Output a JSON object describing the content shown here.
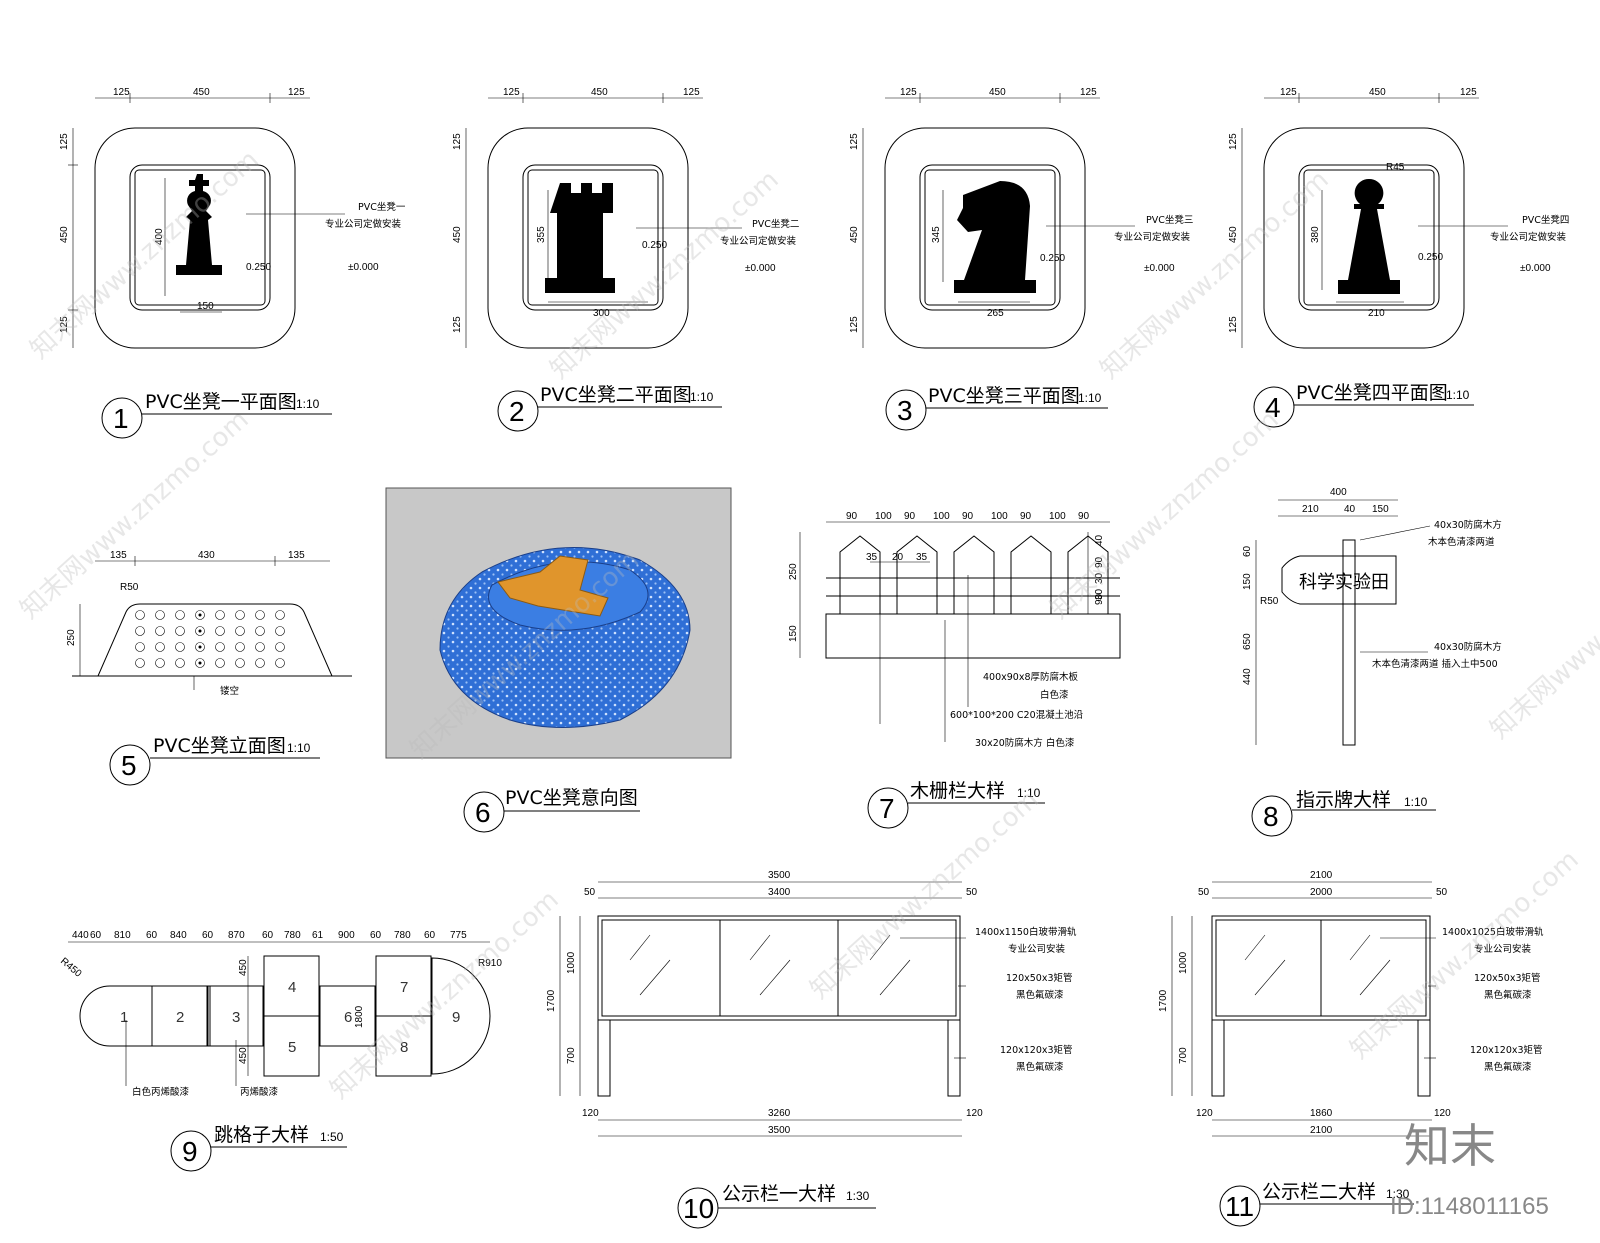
{
  "logo": "知末",
  "asset_id": "ID:1148011165",
  "watermark": "知末网www.znzmo.com",
  "colors": {
    "stool_blue": "#2f6fd6",
    "stool_top": "#e0952c",
    "render_bg": "#c8c8c8"
  },
  "views": {
    "v1": {
      "num": "1",
      "title": "PVC坐凳一平面图",
      "scale": "1:10",
      "top_dims": [
        "125",
        "450",
        "125"
      ],
      "side_dims": [
        "125",
        "450",
        "125"
      ],
      "inner_h": "400",
      "base_w": "150",
      "elev": "0.250",
      "ground": "±0.000",
      "note_a": "PVC坐凳一",
      "note_b": "专业公司定做安装"
    },
    "v2": {
      "num": "2",
      "title": "PVC坐凳二平面图",
      "scale": "1:10",
      "top_dims": [
        "125",
        "450",
        "125"
      ],
      "side_dims": [
        "125",
        "450",
        "125"
      ],
      "inner_h": "355",
      "base_w": "300",
      "elev": "0.250",
      "ground": "±0.000",
      "note_a": "PVC坐凳二",
      "note_b": "专业公司定做安装"
    },
    "v3": {
      "num": "3",
      "title": "PVC坐凳三平面图",
      "scale": "1:10",
      "top_dims": [
        "125",
        "450",
        "125"
      ],
      "side_dims": [
        "125",
        "450",
        "125"
      ],
      "inner_h": "345",
      "base_w": "265",
      "elev": "0.250",
      "ground": "±0.000",
      "note_a": "PVC坐凳三",
      "note_b": "专业公司定做安装"
    },
    "v4": {
      "num": "4",
      "title": "PVC坐凳四平面图",
      "scale": "1:10",
      "top_dims": [
        "125",
        "450",
        "125"
      ],
      "side_dims": [
        "125",
        "450",
        "125"
      ],
      "inner_h": "380",
      "base_w": "210",
      "radius": "R45",
      "elev": "0.250",
      "ground": "±0.000",
      "note_a": "PVC坐凳四",
      "note_b": "专业公司定做安装"
    },
    "v5": {
      "num": "5",
      "title": "PVC坐凳立面图",
      "scale": "1:10",
      "top_dims": [
        "135",
        "430",
        "135"
      ],
      "height": "250",
      "radius": "R50",
      "note": "镂空"
    },
    "v6": {
      "num": "6",
      "title": "PVC坐凳意向图"
    },
    "v7": {
      "num": "7",
      "title": "木栅栏大样",
      "scale": "1:10",
      "top_dims": [
        "90",
        "100",
        "90",
        "100",
        "90",
        "100",
        "90",
        "100",
        "90"
      ],
      "gaps": [
        "35",
        "20",
        "35"
      ],
      "side_dims": [
        "40",
        "90",
        "30",
        "30",
        "90"
      ],
      "h_upper": "250",
      "h_lower": "150",
      "notes": [
        "400x90x8厚防腐木板",
        "白色漆",
        "600*100*200  C20混凝土池沿",
        "30x20防腐木方  白色漆"
      ]
    },
    "v8": {
      "num": "8",
      "title": "指示牌大样",
      "scale": "1:10",
      "sign_text": "科学实验田",
      "top_total": "400",
      "top_dims": [
        "210",
        "40",
        "150"
      ],
      "side_dims": [
        "60",
        "150",
        "650",
        "440"
      ],
      "radius": "R50",
      "note1_a": "40x30防腐木方",
      "note1_b": "木本色清漆两道",
      "note2_a": "40x30防腐木方",
      "note2_b": "木本色清漆两道  插入土中500"
    },
    "v9": {
      "num": "9",
      "title": "跳格子大样",
      "scale": "1:50",
      "top_dims": [
        "440",
        "60",
        "810",
        "60",
        "840",
        "60",
        "870",
        "60",
        "780",
        "61",
        "900",
        "60",
        "780",
        "60",
        "775"
      ],
      "radius_l": "R450",
      "radius_r": "R910",
      "side_dims": [
        "450",
        "1800",
        "450"
      ],
      "cells": [
        "1",
        "2",
        "3",
        "4",
        "5",
        "6",
        "7",
        "8",
        "9"
      ],
      "note_white": "白色丙烯酸漆",
      "note_acrylic": "丙烯酸漆"
    },
    "v10": {
      "num": "10",
      "title": "公示栏一大样",
      "scale": "1:30",
      "top_total": "3500",
      "top_inner": "3400",
      "edge": "50",
      "bottom_inner": "3260",
      "bottom_total": "3500",
      "bottom_edge": "120",
      "height_total": "1700",
      "height_upper": "1000",
      "height_lower": "700",
      "notes": [
        "1400x1150白玻带滑轨",
        "专业公司安装",
        "120x50x3矩管",
        "黑色氟碳漆",
        "120x120x3矩管",
        "黑色氟碳漆"
      ]
    },
    "v11": {
      "num": "11",
      "title": "公示栏二大样",
      "scale": "1:30",
      "top_total": "2100",
      "top_inner": "2000",
      "edge": "50",
      "bottom_inner": "1860",
      "bottom_total": "2100",
      "bottom_edge": "120",
      "height_total": "1700",
      "height_upper": "1000",
      "height_lower": "700",
      "notes": [
        "1400x1025白玻带滑轨",
        "专业公司安装",
        "120x50x3矩管",
        "黑色氟碳漆",
        "120x120x3矩管",
        "黑色氟碳漆"
      ]
    }
  }
}
